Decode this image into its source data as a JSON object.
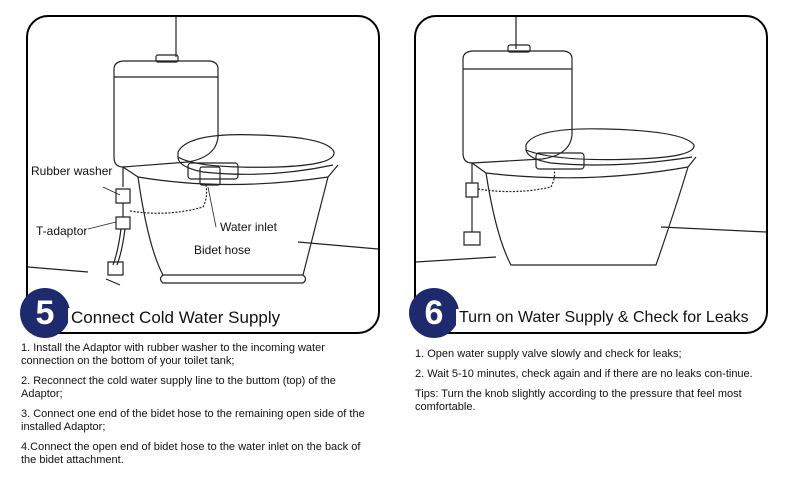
{
  "step5": {
    "number": "5",
    "title": "Connect Cold Water Supply",
    "labels": {
      "rubber_washer": "Rubber washer",
      "t_adaptor": "T-adaptor",
      "water_inlet": "Water inlet",
      "bidet_hose": "Bidet hose"
    },
    "instructions": [
      "1. Install the Adaptor with rubber washer to the incoming water connection on the bottom of your toilet tank;",
      "2. Reconnect the cold water supply line to the buttom (top) of the Adaptor;",
      "3. Connect one end of the bidet hose to the remaining open side of the installed Adaptor;",
      "4.Connect the open end of bidet hose to the water inlet on the back of the bidet attachment."
    ]
  },
  "step6": {
    "number": "6",
    "title": "Turn on Water Supply & Check for Leaks",
    "instructions": [
      "1. Open water supply valve slowly and check for leaks;",
      "2. Wait 5-10 minutes, check again and if there are no leaks con-tinue.",
      "Tips: Turn the knob slightly according to the pressure that feel most comfortable."
    ]
  }
}
